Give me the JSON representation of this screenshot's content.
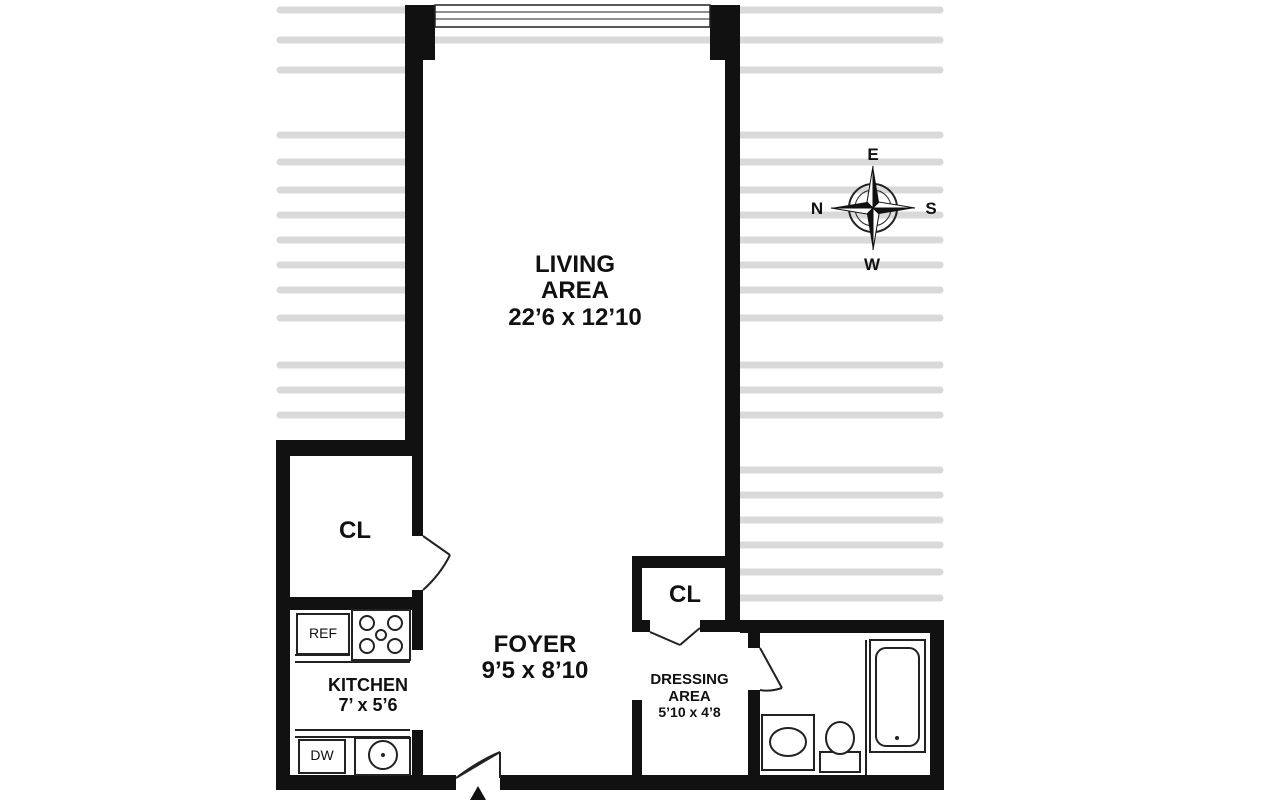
{
  "rooms": {
    "living": {
      "name_line1": "LIVING",
      "name_line2": "AREA",
      "dims": "22’6 x 12’10"
    },
    "foyer": {
      "name": "FOYER",
      "dims": "9’5 x 8’10"
    },
    "kitchen": {
      "name": "KITCHEN",
      "dims": "7’ x 5’6"
    },
    "dressing": {
      "name_line1": "DRESSING",
      "name_line2": "AREA",
      "dims": "5’10 x 4’8"
    },
    "closet_left": {
      "name": "CL"
    },
    "closet_right": {
      "name": "CL"
    }
  },
  "fixtures": {
    "refrigerator": "REF",
    "dishwasher": "DW"
  },
  "compass": {
    "north": "N",
    "east": "E",
    "south": "S",
    "west": "W"
  }
}
